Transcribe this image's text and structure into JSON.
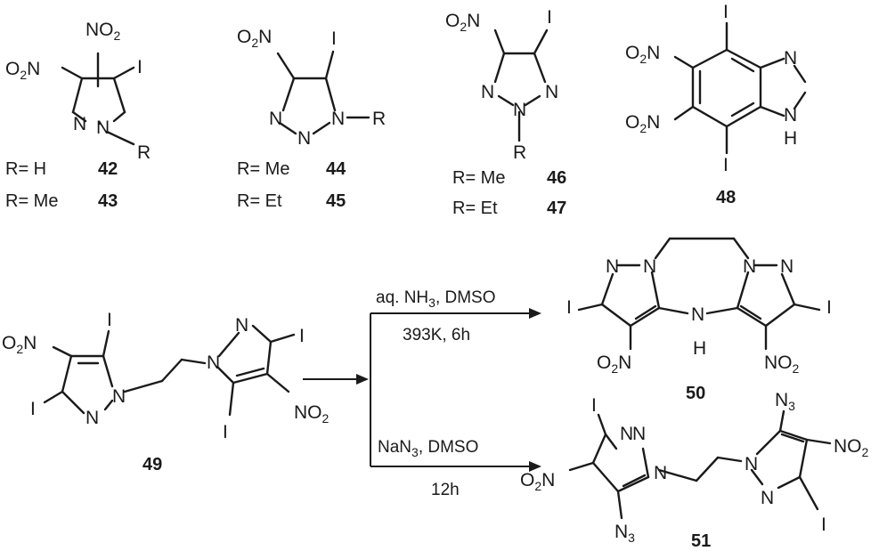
{
  "compounds": {
    "c42": {
      "label": "42",
      "r_text": "R= H"
    },
    "c43": {
      "label": "43",
      "r_text": "R= Me"
    },
    "c44": {
      "label": "44",
      "r_text": "R= Me"
    },
    "c45": {
      "label": "45",
      "r_text": "R= Et"
    },
    "c46": {
      "label": "46",
      "r_text": "R= Me"
    },
    "c47": {
      "label": "47",
      "r_text": "R= Et"
    },
    "c48": {
      "label": "48"
    },
    "c49": {
      "label": "49"
    },
    "c50": {
      "label": "50"
    },
    "c51": {
      "label": "51"
    }
  },
  "atoms": {
    "no2_main": "NO",
    "no2_sub": "2",
    "o2n_o": "O",
    "o2n_sub": "2",
    "o2n_n": "N",
    "n3_main": "N",
    "n3_sub": "3",
    "iodine": "I",
    "nitrogen": "N",
    "r_group": "R",
    "h": "H",
    "nh": "N",
    "nh_h": "H"
  },
  "reactions": {
    "upper": {
      "line1_a": "aq. NH",
      "line1_sub": "3",
      "line1_b": ", DMSO",
      "line2": "393K, 6h"
    },
    "lower": {
      "line1_a": "NaN",
      "line1_sub": "3",
      "line1_b": ", DMSO",
      "line2": "12h"
    }
  }
}
